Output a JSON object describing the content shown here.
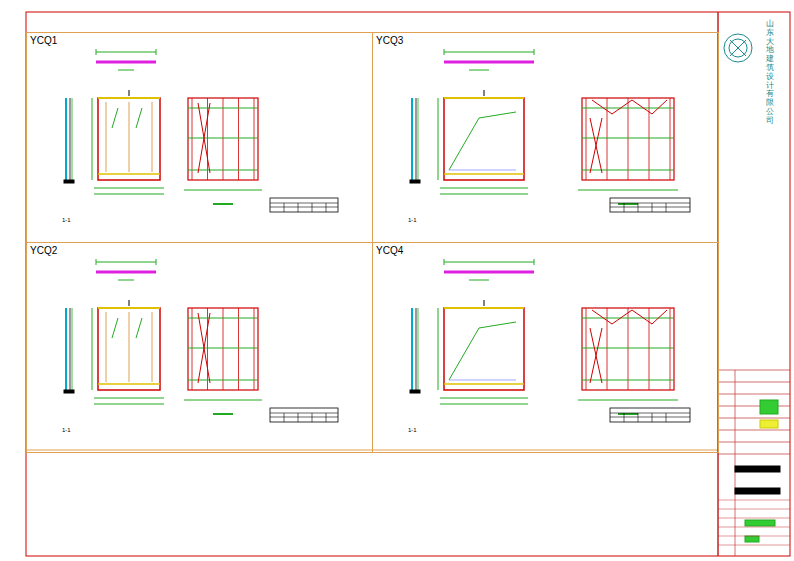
{
  "diagram": {
    "nodes": [
      {
        "text": [
          "YCQ1"
        ]
      },
      {
        "text": [
          "YCQ3"
        ]
      },
      {
        "text": [
          "YCQ2"
        ]
      },
      {
        "text": [
          "YCQ4"
        ]
      }
    ],
    "labels": [
      "1-1",
      "1-1",
      "1-1",
      "1-1",
      "山东大地建筑设计有限公司"
    ]
  }
}
